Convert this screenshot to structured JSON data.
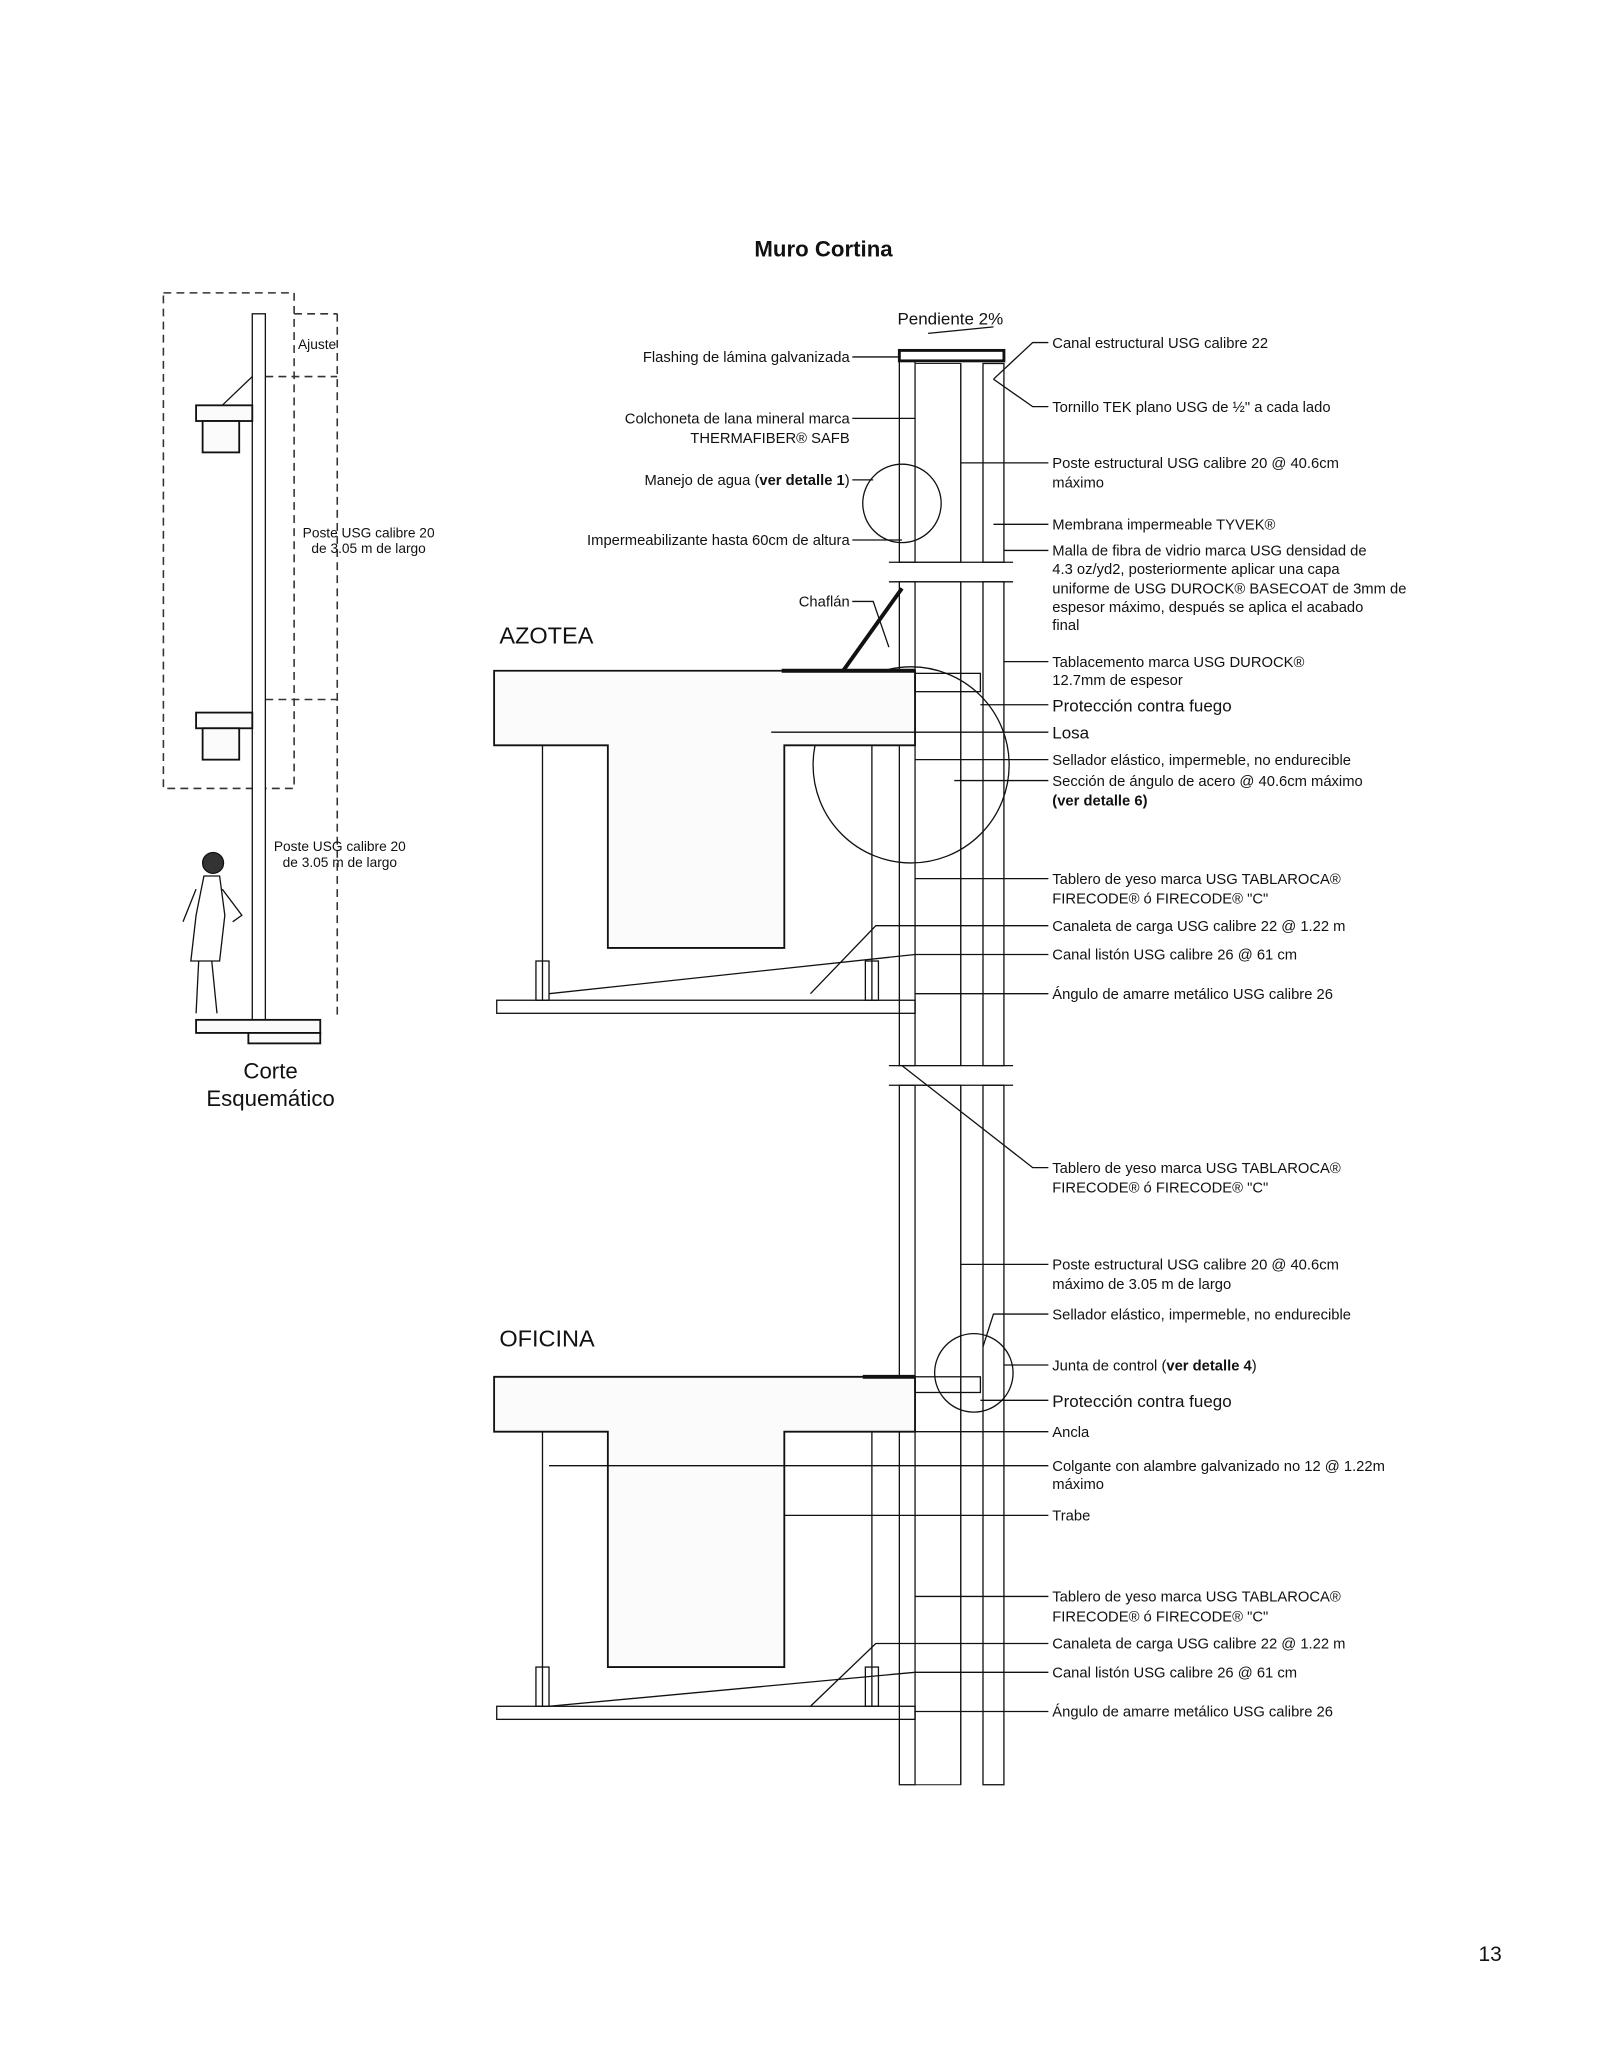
{
  "title": "Muro Cortina",
  "page_number": "13",
  "schematic": {
    "ajuste": "Ajuste",
    "post_upper": [
      "Poste USG calibre 20",
      "de 3.05 m de largo"
    ],
    "post_lower": [
      "Poste USG calibre 20",
      "de 3.05 m de largo"
    ],
    "caption": [
      "Corte",
      "Esquemático"
    ]
  },
  "rooms": {
    "azotea": "AZOTEA",
    "oficina": "OFICINA"
  },
  "slope": "Pendiente 2%",
  "left_labels": {
    "flashing": "Flashing de lámina galvanizada",
    "colchoneta": [
      "Colchoneta de lana mineral marca",
      "THERMAFIBER® SAFB"
    ],
    "manejo": {
      "pre": "Manejo de agua (",
      "bold": "ver detalle 1",
      "post": ")"
    },
    "impermeabilizante": "Impermeabilizante hasta 60cm de altura",
    "chaflan": "Chaflán"
  },
  "right_labels": {
    "canal_estructural": "Canal estructural USG calibre 22",
    "tornillo": "Tornillo TEK plano USG de ½\" a cada lado",
    "poste_1": [
      "Poste estructural USG calibre 20 @ 40.6cm",
      "máximo"
    ],
    "membrana": "Membrana impermeable TYVEK®",
    "malla": [
      "Malla de fibra de vidrio marca USG densidad de",
      "4.3 oz/yd2, posteriormente aplicar una capa",
      "uniforme de USG DUROCK® BASECOAT de 3mm de",
      "espesor máximo, después se aplica el acabado",
      "final"
    ],
    "tablacemento": [
      "Tablacemento marca USG DUROCK®",
      "12.7mm de espesor"
    ],
    "proteccion_1": "Protección contra fuego",
    "losa": "Losa",
    "sellador_1": "Sellador elástico, impermeble, no endurecible",
    "seccion": {
      "line1": "Sección de ángulo de acero @ 40.6cm máximo",
      "pre": "(",
      "bold": "ver detalle 6",
      "post": ")"
    },
    "tablero_1": [
      "Tablero de yeso marca USG TABLAROCA®",
      "FIRECODE® ó FIRECODE® \"C\""
    ],
    "canaleta_1": "Canaleta de carga USG calibre 22 @ 1.22 m",
    "canal_liston_1": "Canal listón USG calibre 26 @ 61 cm",
    "angulo_1": "Ángulo de amarre metálico USG calibre 26",
    "tablero_2": [
      "Tablero de yeso marca USG TABLAROCA®",
      "FIRECODE® ó FIRECODE® \"C\""
    ],
    "poste_2": [
      "Poste estructural USG calibre 20 @ 40.6cm",
      "máximo de 3.05 m de largo"
    ],
    "sellador_2": "Sellador elástico, impermeble, no endurecible",
    "junta": {
      "pre": "Junta de control (",
      "bold": "ver detalle 4",
      "post": ")"
    },
    "proteccion_2": "Protección contra fuego",
    "ancla": "Ancla",
    "colgante": [
      "Colgante con alambre galvanizado no 12 @ 1.22m",
      "máximo"
    ],
    "trabe": "Trabe",
    "tablero_3": [
      "Tablero de yeso marca USG TABLAROCA®",
      "FIRECODE® ó FIRECODE® \"C\""
    ],
    "canaleta_2": "Canaleta de carga USG calibre 22 @ 1.22 m",
    "canal_liston_2": "Canal listón USG calibre 26 @ 61 cm",
    "angulo_2": "Ángulo de amarre metálico USG calibre 26"
  }
}
